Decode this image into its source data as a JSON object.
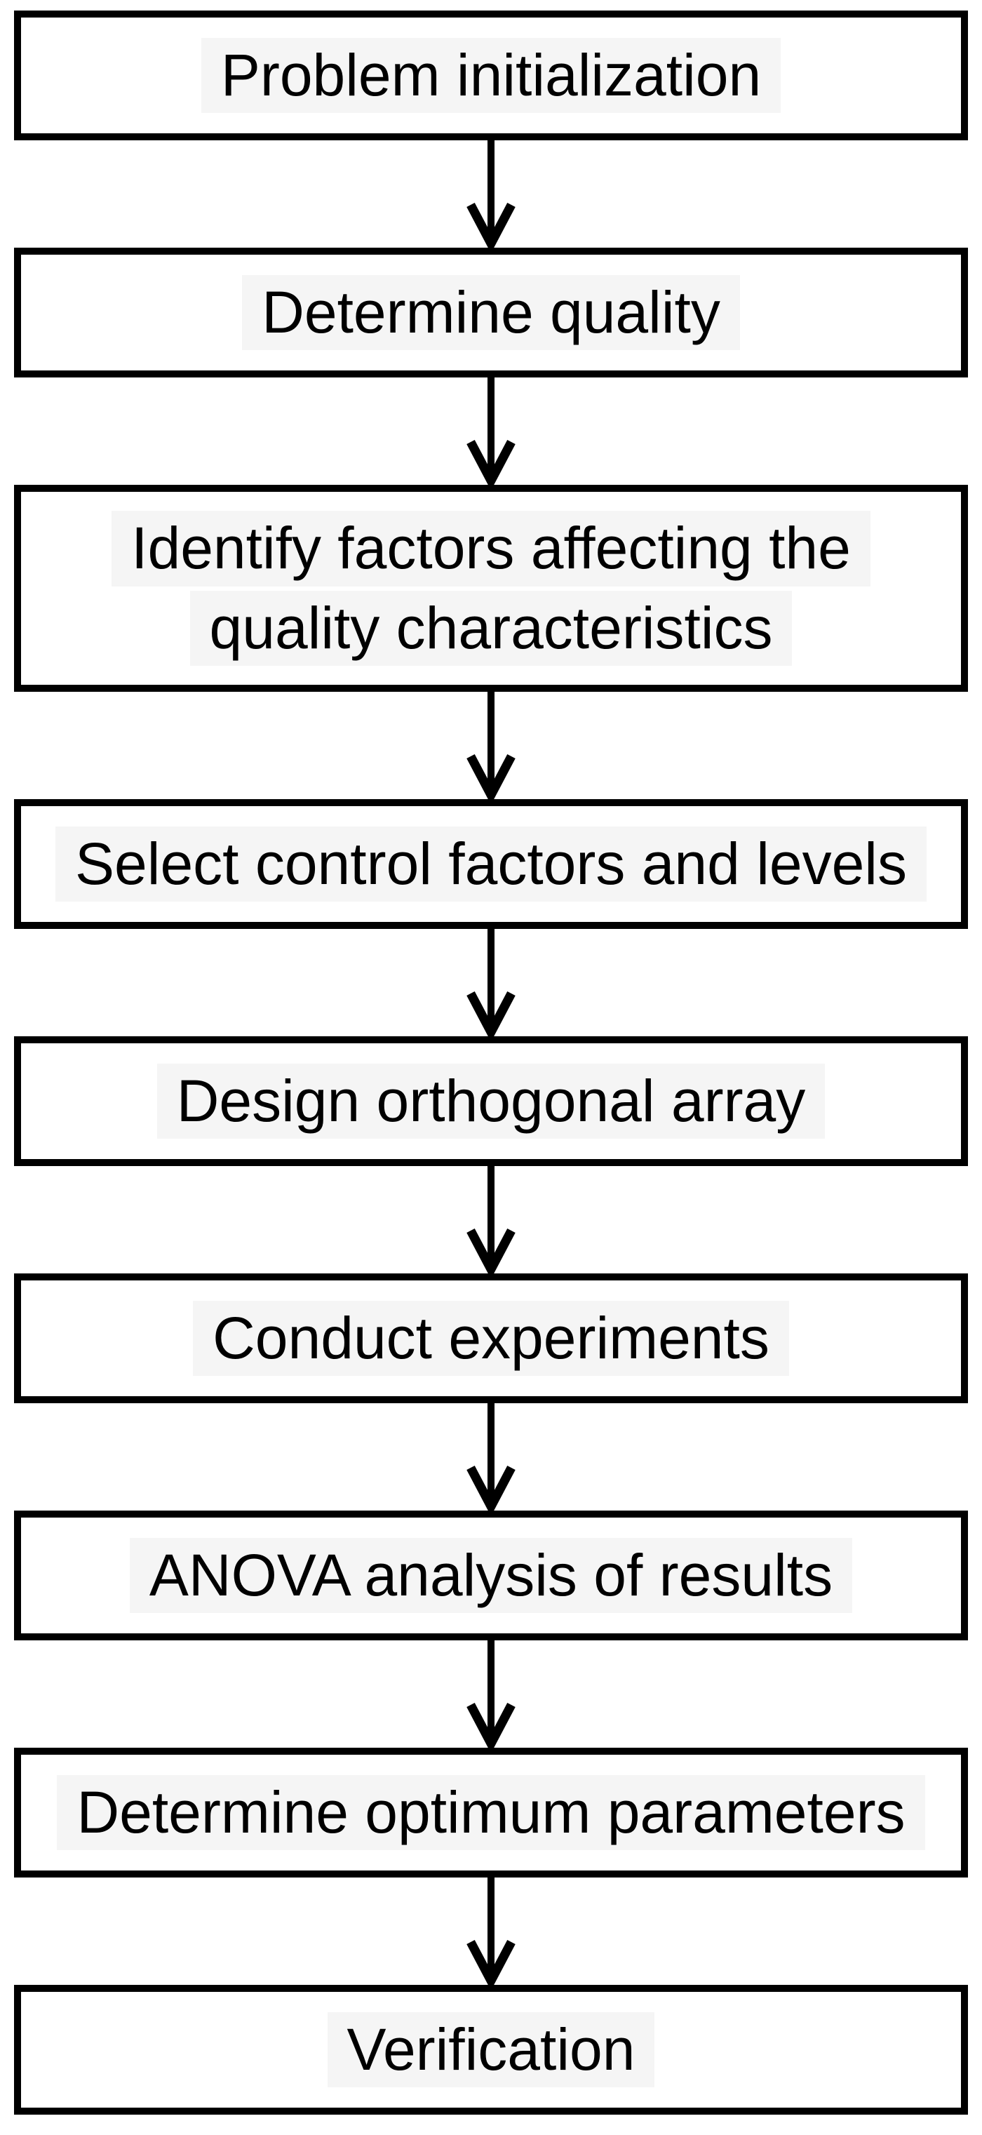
{
  "flowchart": {
    "direction": "top-to-bottom",
    "steps": [
      {
        "id": 1,
        "label": "Problem initialization",
        "lines": [
          "Problem initialization"
        ]
      },
      {
        "id": 2,
        "label": "Determine quality",
        "lines": [
          "Determine quality"
        ]
      },
      {
        "id": 3,
        "label": "Identify factors affecting the quality characteristics",
        "lines": [
          "Identify factors affecting the",
          "quality characteristics"
        ]
      },
      {
        "id": 4,
        "label": "Select control factors and levels",
        "lines": [
          "Select control factors and levels"
        ]
      },
      {
        "id": 5,
        "label": "Design orthogonal array",
        "lines": [
          "Design orthogonal array"
        ]
      },
      {
        "id": 6,
        "label": "Conduct experiments",
        "lines": [
          "Conduct experiments"
        ]
      },
      {
        "id": 7,
        "label": "ANOVA analysis of results",
        "lines": [
          "ANOVA analysis of results"
        ]
      },
      {
        "id": 8,
        "label": "Determine optimum parameters",
        "lines": [
          "Determine optimum parameters"
        ]
      },
      {
        "id": 9,
        "label": "Verification",
        "lines": [
          "Verification"
        ]
      }
    ],
    "arrows": [
      {
        "from": 1,
        "to": 2
      },
      {
        "from": 2,
        "to": 3
      },
      {
        "from": 3,
        "to": 4
      },
      {
        "from": 4,
        "to": 5
      },
      {
        "from": 5,
        "to": 6
      },
      {
        "from": 6,
        "to": 7
      },
      {
        "from": 7,
        "to": 8
      },
      {
        "from": 8,
        "to": 9
      }
    ],
    "colors": {
      "box_border": "#000000",
      "box_background": "#ffffff",
      "text": "#000000",
      "text_highlight_band": "#f5f5f5",
      "arrow": "#000000",
      "page_background": "#ffffff"
    }
  }
}
